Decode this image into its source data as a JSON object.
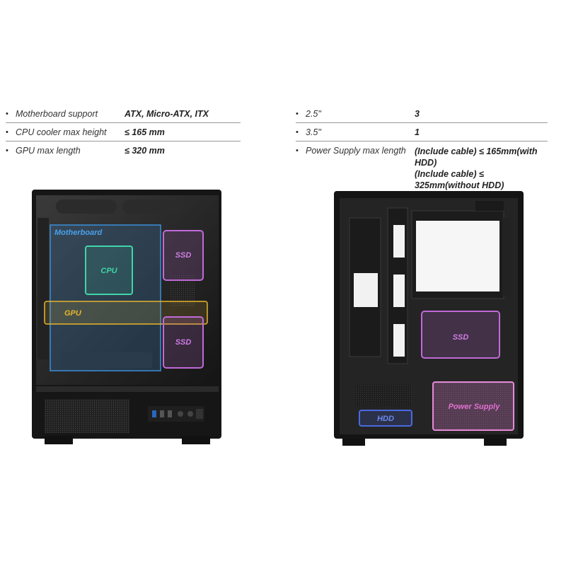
{
  "specs_left": [
    {
      "label": "Motherboard support",
      "value": "ATX, Micro-ATX, ITX"
    },
    {
      "label": "CPU cooler max height",
      "value": "≤ 165 mm"
    },
    {
      "label": "GPU max length",
      "value": "≤ 320 mm"
    }
  ],
  "specs_right": [
    {
      "label": "2.5\"",
      "value": "3"
    },
    {
      "label": "3.5\"",
      "value": "1"
    },
    {
      "label": "Power Supply max length",
      "value_lines": [
        "(Include cable) ≤ 165mm(with HDD)",
        "(Include cable) ≤ 325mm(without HDD)"
      ]
    }
  ],
  "left_case_labels": {
    "motherboard": "Motherboard",
    "cpu": "CPU",
    "gpu": "GPU",
    "ssd_top": "SSD",
    "ssd_bottom": "SSD"
  },
  "right_case_labels": {
    "ssd": "SSD",
    "hdd": "HDD",
    "psu": "Power Supply"
  },
  "colors": {
    "motherboard": "#3a8fd8",
    "cpu": "#3fd6a8",
    "gpu": "#e6b52c",
    "ssd": "#c06ad8",
    "hdd": "#4a6ae0",
    "psu": "#e68ad8",
    "case_dark": "#1c1c1c"
  }
}
